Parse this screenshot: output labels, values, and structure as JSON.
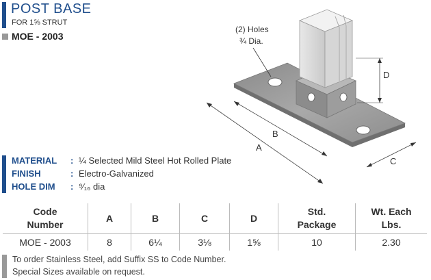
{
  "header": {
    "title": "POST BASE",
    "subtitle": "FOR 1⅝ STRUT",
    "model": "MOE - 2003"
  },
  "figure": {
    "holes_label_line1": "(2) Holes",
    "holes_label_line2": "¾  Dia.",
    "dim_a": "A",
    "dim_b": "B",
    "dim_c": "C",
    "dim_d": "D"
  },
  "specs": [
    {
      "label": "MATERIAL",
      "value": "¼ Selected Mild Steel Hot Rolled Plate"
    },
    {
      "label": "FINISH",
      "value": "Electro-Galvanized"
    },
    {
      "label": "HOLE DIM",
      "value": "⁹⁄₁₆ dia"
    }
  ],
  "table": {
    "headers": [
      "Code Number",
      "A",
      "B",
      "C",
      "D",
      "Std. Package",
      "Wt. Each Lbs."
    ],
    "rows": [
      [
        "MOE - 2003",
        "8",
        "6¼",
        "3⅛",
        "1⅝",
        "10",
        "2.30"
      ]
    ]
  },
  "notes": [
    "To order Stainless Steel, add Suffix SS to Code Number.",
    "Special Sizes available on request."
  ]
}
